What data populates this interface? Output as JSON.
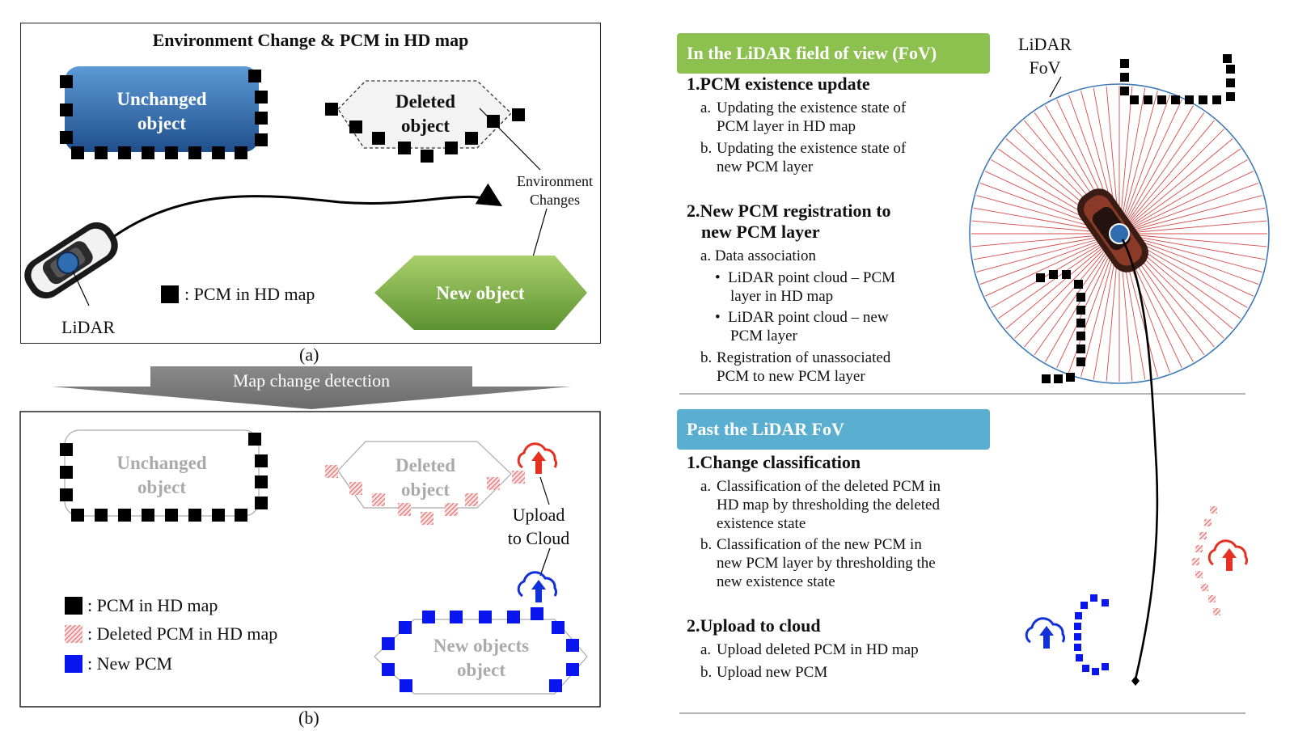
{
  "panel_a": {
    "title": "Environment Change & PCM in HD map",
    "unchanged": [
      "Unchanged",
      "object"
    ],
    "deleted": [
      "Deleted",
      "object"
    ],
    "env_changes": [
      "Environment",
      "Changes"
    ],
    "new_object": "New object",
    "legend": ": PCM in HD map",
    "lidar": "LiDAR",
    "caption": "(a)"
  },
  "arrow_label": "Map change detection",
  "panel_b": {
    "unchanged": [
      "Unchanged",
      "object"
    ],
    "deleted": [
      "Deleted",
      "object"
    ],
    "upload": [
      "Upload",
      "to Cloud"
    ],
    "new_objects": [
      "New objects",
      "object"
    ],
    "legend": [
      ": PCM in HD map",
      ": Deleted PCM in HD map",
      ": New PCM"
    ],
    "caption": "(b)"
  },
  "right": {
    "fov_label": [
      "LiDAR",
      "FoV"
    ],
    "sec1": {
      "header": "In the LiDAR field of view (FoV)",
      "h1": "1.PCM existence update",
      "h1_items": [
        {
          "label": "a.",
          "lines": [
            "Updating the existence state of",
            "PCM layer in HD map"
          ]
        },
        {
          "label": "b.",
          "lines": [
            "Updating the existence state of",
            "new PCM layer"
          ]
        }
      ],
      "h2": [
        "2.New PCM registration to",
        "new PCM layer"
      ],
      "h2_a": "a. Data association",
      "bullets": [
        [
          "LiDAR point cloud – PCM",
          "layer in HD map"
        ],
        [
          "LiDAR point cloud – new",
          "PCM layer"
        ]
      ],
      "h2_b": {
        "label": "b.",
        "lines": [
          "Registration of unassociated",
          "PCM to new PCM layer"
        ]
      }
    },
    "sec2": {
      "header": "Past the LiDAR FoV",
      "h1": "1.Change classification",
      "h1_items": [
        {
          "label": "a.",
          "lines": [
            "Classification of the deleted PCM in",
            "HD map by thresholding the deleted",
            "existence state"
          ]
        },
        {
          "label": "b.",
          "lines": [
            "Classification of the new PCM in",
            "new PCM layer by thresholding the",
            "new existence state"
          ]
        }
      ],
      "h2": "2.Upload to cloud",
      "h2_items": [
        {
          "label": "a.",
          "lines": [
            "Upload deleted PCM in HD map"
          ]
        },
        {
          "label": "b.",
          "lines": [
            "Upload new PCM"
          ]
        }
      ]
    }
  },
  "colors": {
    "green_header": "#8cc04f",
    "blue_header": "#5aafd1",
    "pcm_black": "#000000",
    "deleted_red": "#e06060",
    "new_blue": "#0a16f0",
    "unchanged_blue": "#2f6db0",
    "new_obj_green": "#7fb244",
    "cloud_red": "#e53122",
    "cloud_blue": "#1230d8",
    "fov_circle": "#3f7ab6",
    "ray_red": "#d84a4a"
  }
}
